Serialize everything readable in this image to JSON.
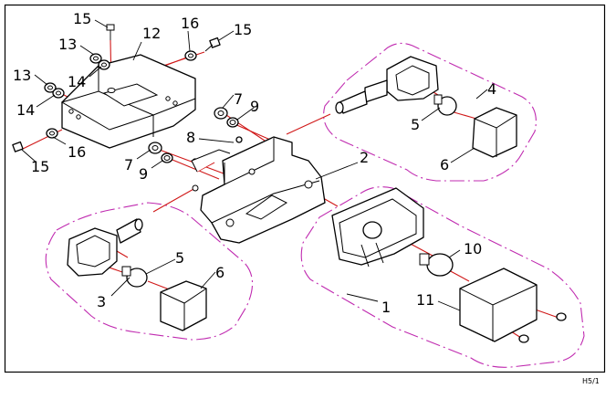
{
  "diagram": {
    "figure_code": "H5/1",
    "callouts": {
      "c1": "1",
      "c2": "2",
      "c3": "3",
      "c4": "4",
      "c5a": "5",
      "c5b": "5",
      "c6a": "6",
      "c6b": "6",
      "c7a": "7",
      "c7b": "7",
      "c8": "8",
      "c9a": "9",
      "c9b": "9",
      "c10": "10",
      "c11": "11",
      "c12": "12",
      "c13a": "13",
      "c13b": "13",
      "c14a": "14",
      "c14b": "14",
      "c15a": "15",
      "c15b": "15",
      "c15c": "15",
      "c16a": "16",
      "c16b": "16"
    },
    "colors": {
      "assembly_line": "#d01818",
      "group_outline": "#c02bb0",
      "line_art": "#000000"
    }
  }
}
